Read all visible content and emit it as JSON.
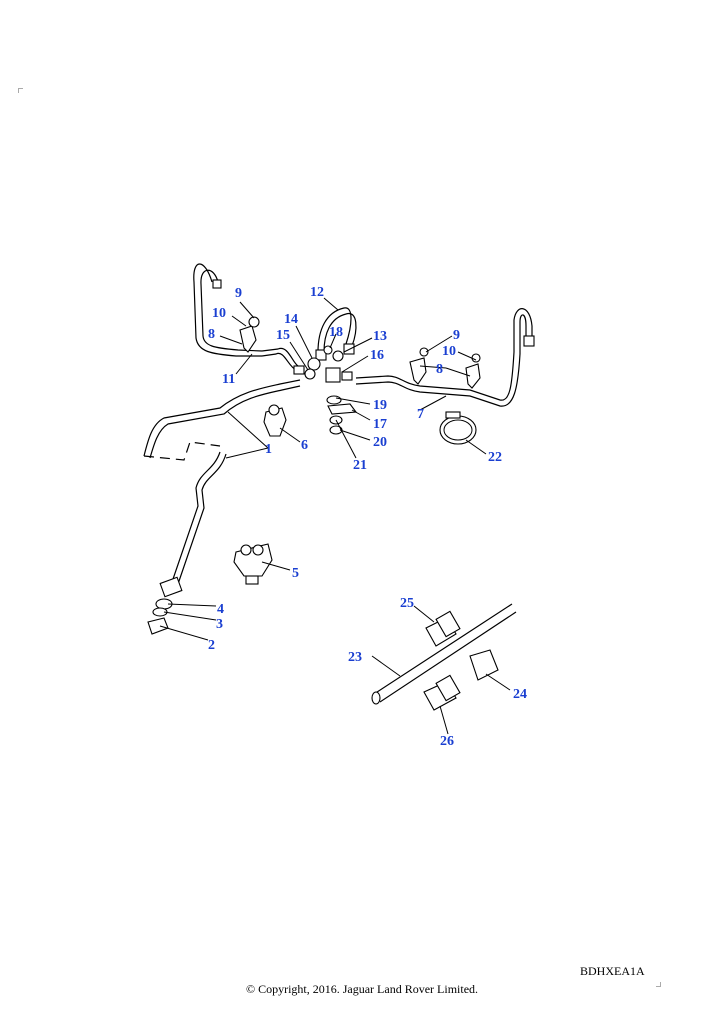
{
  "diagram": {
    "callouts": [
      "1",
      "2",
      "3",
      "4",
      "5",
      "6",
      "7",
      "8",
      "8",
      "9",
      "9",
      "10",
      "10",
      "11",
      "12",
      "13",
      "14",
      "15",
      "16",
      "17",
      "18",
      "19",
      "20",
      "21",
      "22",
      "23",
      "24",
      "25",
      "26"
    ]
  },
  "footer": {
    "reference": "BDHXEA1A",
    "copyright": "© Copyright, 2016. Jaguar Land Rover Limited."
  },
  "colors": {
    "callout": "#1a3fd1",
    "line": "#000000",
    "background": "#ffffff"
  }
}
